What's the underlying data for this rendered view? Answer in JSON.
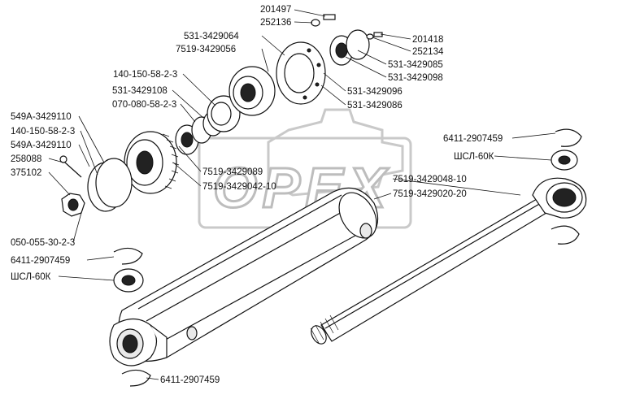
{
  "watermark": {
    "text": "OPEX"
  },
  "labels": [
    {
      "id": "201497",
      "text": "201497"
    },
    {
      "id": "252136",
      "text": "252136"
    },
    {
      "id": "201418",
      "text": "201418"
    },
    {
      "id": "252134",
      "text": "252134"
    },
    {
      "id": "531-3429064",
      "text": "531-3429064"
    },
    {
      "id": "7519-3429056",
      "text": "7519-3429056"
    },
    {
      "id": "531-3429085",
      "text": "531-3429085"
    },
    {
      "id": "531-3429098",
      "text": "531-3429098"
    },
    {
      "id": "140-150-58-2-3-a",
      "text": "140-150-58-2-3"
    },
    {
      "id": "531-3429108",
      "text": "531-3429108"
    },
    {
      "id": "070-080-58-2-3",
      "text": "070-080-58-2-3"
    },
    {
      "id": "531-3429096",
      "text": "531-3429096"
    },
    {
      "id": "531-3429086",
      "text": "531-3429086"
    },
    {
      "id": "549A-3429110-a",
      "text": "549A-3429110"
    },
    {
      "id": "140-150-58-2-3-b",
      "text": "140-150-58-2-3"
    },
    {
      "id": "549A-3429110-b",
      "text": "549A-3429110"
    },
    {
      "id": "258088",
      "text": "258088"
    },
    {
      "id": "375102",
      "text": "375102"
    },
    {
      "id": "6411-2907459-a",
      "text": "6411-2907459"
    },
    {
      "id": "shsl-60k-a",
      "text": "ШСЛ-60К"
    },
    {
      "id": "7519-3429089",
      "text": "7519-3429089"
    },
    {
      "id": "7519-3429042-10",
      "text": "7519-3429042-10"
    },
    {
      "id": "7519-3429048-10",
      "text": "7519-3429048-10"
    },
    {
      "id": "7519-3429020-20",
      "text": "7519-3429020-20"
    },
    {
      "id": "050-055-30-2-3",
      "text": "050-055-30-2-3"
    },
    {
      "id": "6411-2907459-b",
      "text": "6411-2907459"
    },
    {
      "id": "shsl-60k-b",
      "text": "ШСЛ-60К"
    },
    {
      "id": "6411-2907459-c",
      "text": "6411-2907459"
    }
  ]
}
